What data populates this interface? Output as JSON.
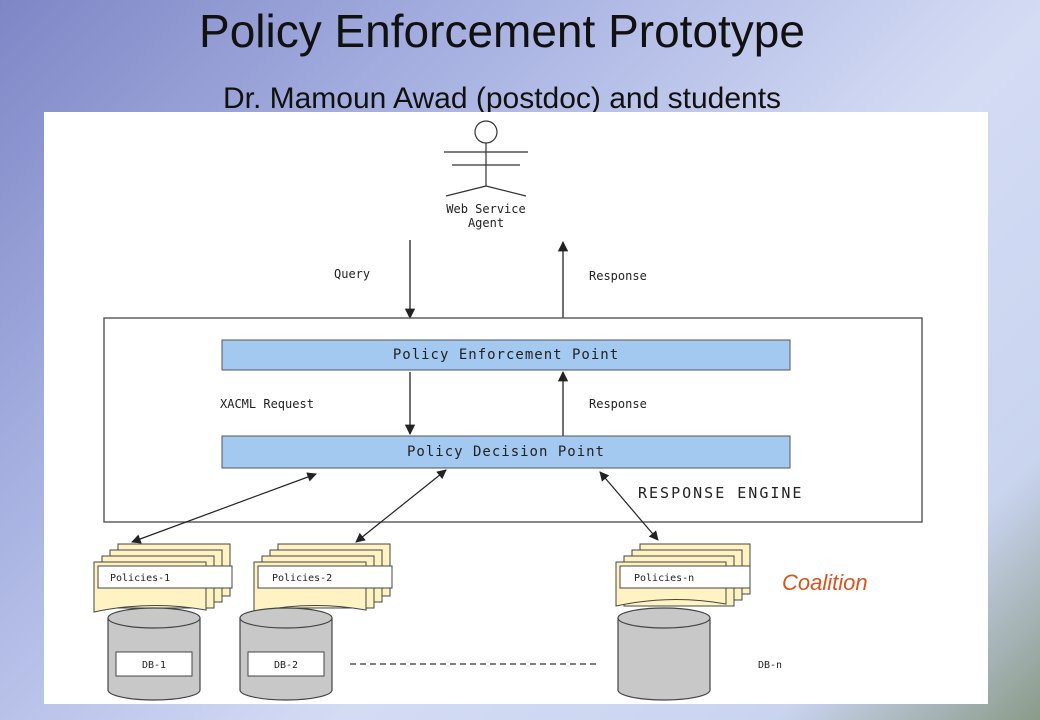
{
  "slide": {
    "title": "Policy Enforcement Prototype",
    "subtitle": "Dr. Mamoun Awad (postdoc)  and students"
  },
  "diagram": {
    "agent_label_line1": "Web Service",
    "agent_label_line2": "Agent",
    "query_label": "Query",
    "response_top_label": "Response",
    "pep_label": "Policy Enforcement Point",
    "xacml_label": "XACML Request",
    "response_mid_label": "Response",
    "pdp_label": "Policy Decision Point",
    "engine_label": "RESPONSE ENGINE",
    "policies": [
      "Policies-1",
      "Policies-2",
      "Policies-n"
    ],
    "coalition_label": "Coalition",
    "databases": [
      "DB-1",
      "DB-2",
      "DB-n"
    ],
    "box_fill_color": "#a3c9f1",
    "doc_fill_color": "#fff3c4",
    "db_fill_color": "#c8c8c8",
    "coalition_color": "#d9541e"
  }
}
